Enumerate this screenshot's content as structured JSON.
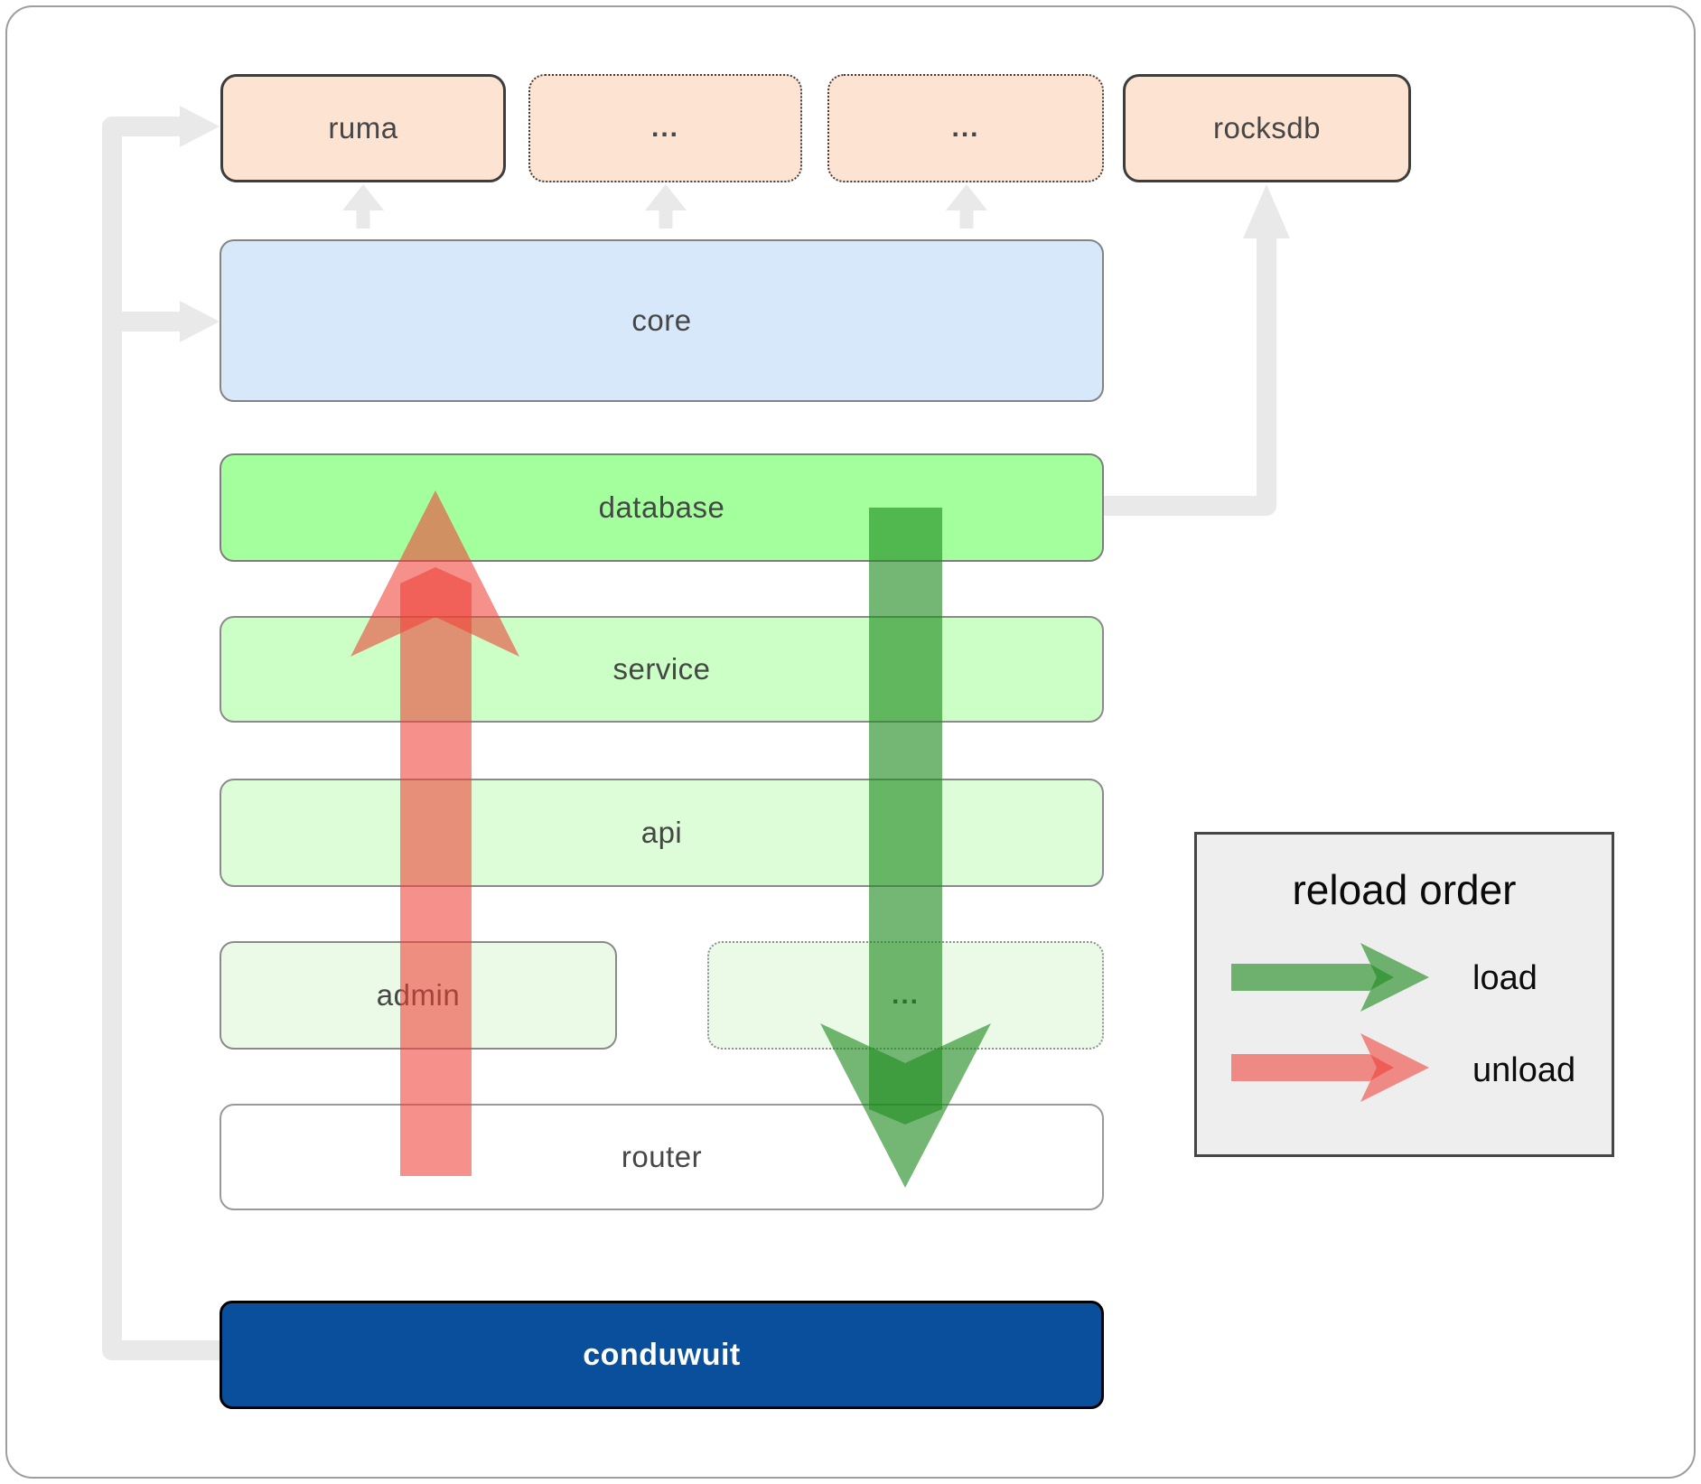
{
  "boxes": {
    "ruma": "ruma",
    "dots_top_left": "...",
    "dots_top_right": "...",
    "rocksdb": "rocksdb",
    "core": "core",
    "database": "database",
    "service": "service",
    "api": "api",
    "admin": "admin",
    "dots_mid": "...",
    "router": "router",
    "conduwuit": "conduwuit"
  },
  "legend": {
    "title": "reload order",
    "load_label": "load",
    "unload_label": "unload"
  },
  "colors": {
    "top_box_fill": "#fce3d2",
    "core_fill": "#d6e8fa",
    "database_fill": "#a4ff9d",
    "service_fill": "#cbffc6",
    "api_fill": "#dcfdd7",
    "admin_fill": "#eafae6",
    "router_fill": "#ffffff",
    "conduwuit_fill": "#0a4f9b",
    "load_arrow": "#1e8a1e",
    "unload_arrow": "#f03f35",
    "connector_gray": "#e9e9e9",
    "legend_bg": "#eeeeee"
  }
}
